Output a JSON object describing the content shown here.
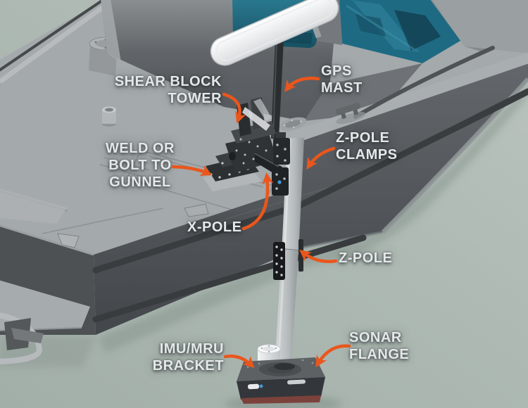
{
  "diagram": {
    "background_color": "#aeb9b3",
    "arrow_color": "#ea561c",
    "label_text_color": "#e5e8e9",
    "window_color": "#1f6a83",
    "antenna_color": "#f3f5f6",
    "hull_color": "#53575b",
    "callouts": [
      {
        "id": "shear-block-tower",
        "lines": [
          "SHEAR BLOCK",
          "TOWER"
        ]
      },
      {
        "id": "gps-mast",
        "lines": [
          "GPS",
          "MAST"
        ]
      },
      {
        "id": "weld-or-bolt-to-gunnel",
        "lines": [
          "WELD OR",
          "BOLT TO",
          "GUNNEL"
        ]
      },
      {
        "id": "z-pole-clamps",
        "lines": [
          "Z-POLE",
          "CLAMPS"
        ]
      },
      {
        "id": "x-pole",
        "lines": [
          "X-POLE"
        ]
      },
      {
        "id": "z-pole",
        "lines": [
          "Z-POLE"
        ]
      },
      {
        "id": "imu-mru-bracket",
        "lines": [
          "IMU/MRU",
          "BRACKET"
        ]
      },
      {
        "id": "sonar-flange",
        "lines": [
          "SONAR",
          "FLANGE"
        ]
      }
    ]
  }
}
